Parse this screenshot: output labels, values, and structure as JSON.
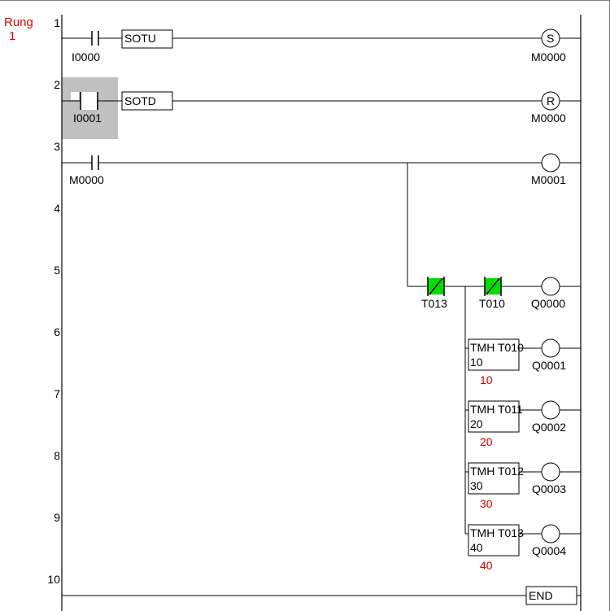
{
  "header": {
    "rung_label": "Rung",
    "rung_number": "1"
  },
  "line_numbers": [
    "1",
    "2",
    "3",
    "4",
    "5",
    "6",
    "7",
    "8",
    "9",
    "10"
  ],
  "rungs": {
    "r1": {
      "contact": "I0000",
      "box": "SOTU",
      "coil": "M0000",
      "coil_symbol": "S"
    },
    "r2": {
      "contact": "I0001",
      "box": "SOTD",
      "coil": "M0000",
      "coil_symbol": "R"
    },
    "r3": {
      "contact": "M0000",
      "coil": "M0001"
    },
    "r5": {
      "contact_a": "T013",
      "contact_b": "T010",
      "coil": "Q0000"
    },
    "timers": [
      {
        "name": "TMH T010",
        "preset": "10",
        "current": "10",
        "coil": "Q0001"
      },
      {
        "name": "TMH T011",
        "preset": "20",
        "current": "20",
        "coil": "Q0002"
      },
      {
        "name": "TMH T012",
        "preset": "30",
        "current": "30",
        "coil": "Q0003"
      },
      {
        "name": "TMH T013",
        "preset": "40",
        "current": "40",
        "coil": "Q0004"
      }
    ],
    "end": "END"
  },
  "colors": {
    "rung_label": "#e00000",
    "active_contact": "#00e000",
    "selection": "#c0c0c0",
    "wire": "#000000"
  }
}
